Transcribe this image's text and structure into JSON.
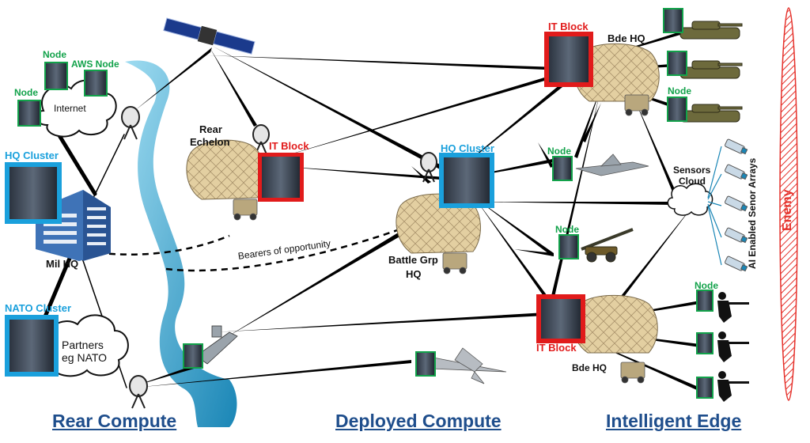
{
  "labels": {
    "node": "Node",
    "aws_node": "AWS Node",
    "internet": "Internet",
    "hq_cluster": "HQ Cluster",
    "mil_hq": "Mil HQ",
    "nato_cluster": "NATO Cluster",
    "partners_line1": "Partners",
    "partners_line2": "eg NATO",
    "rear_echelon_line1": "Rear",
    "rear_echelon_line2": "Echelon",
    "it_block": "IT Block",
    "bearers": "Bearers of opportunity",
    "battle_grp_line1": "Battle Grp",
    "battle_grp_line2": "HQ",
    "bde_hq_top": "Bde HQ",
    "bde_hq_bottom": "Bde HQ",
    "sensors_line1": "Sensors",
    "sensors_line2": "Cloud",
    "ai_sensor": "AI Enabled Senor Arrays",
    "enemy": "Enemy"
  },
  "sections": {
    "rear": "Rear Compute",
    "deployed": "Deployed Compute",
    "edge": "Intelligent Edge"
  },
  "colors": {
    "node_green": "#12a24a",
    "cluster_blue": "#1aa0dc",
    "it_block_red": "#e11b1b",
    "section_blue": "#1f4e8c",
    "river": "#3aa7d6",
    "enemy_red": "#e5302a"
  }
}
